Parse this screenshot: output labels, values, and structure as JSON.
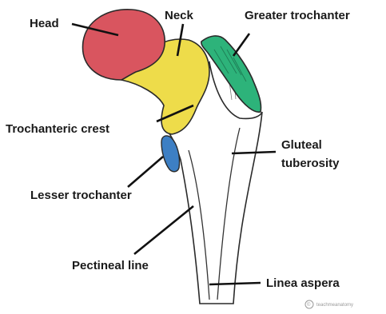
{
  "labels": {
    "head": "Head",
    "neck": "Neck",
    "greater_trochanter": "Greater trochanter",
    "trochanteric_crest": "Trochanteric crest",
    "gluteal_tuberosity_line1": "Gluteal",
    "gluteal_tuberosity_line2": "tuberosity",
    "lesser_trochanter": "Lesser trochanter",
    "pectineal_line": "Pectineal line",
    "linea_aspera": "Linea aspera"
  },
  "watermark": {
    "symbol": "©",
    "text": "teachmeanatomy"
  },
  "colors": {
    "head": "#d9555f",
    "neck": "#eedc4a",
    "greater_trochanter": "#2db37a",
    "lesser_trochanter": "#3d7fc4",
    "outline": "#2a2a2a",
    "leader": "#111111"
  }
}
